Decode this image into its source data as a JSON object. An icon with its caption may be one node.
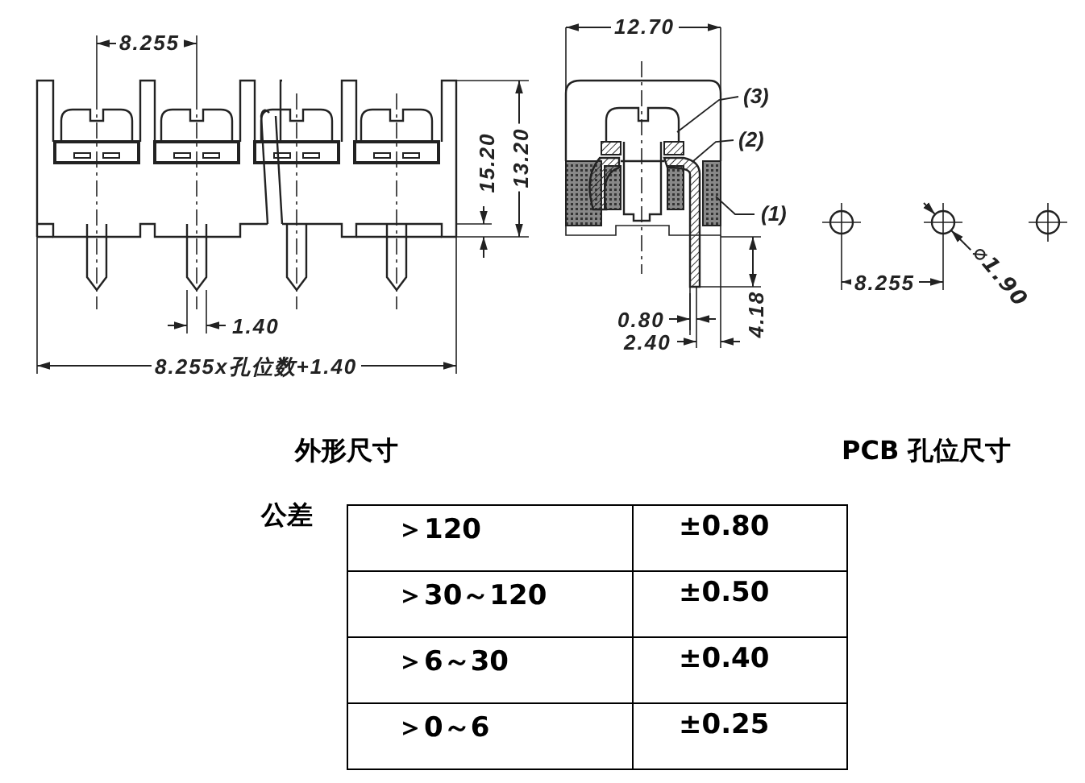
{
  "diagram": {
    "nodes": [
      {
        "text": [
          "(3)"
        ]
      },
      {
        "text": [
          "(2)"
        ]
      },
      {
        "text": [
          "(1)"
        ]
      }
    ],
    "edges": [
      {
        "from": 0,
        "to": null,
        "arrow": "none"
      },
      {
        "from": 1,
        "to": null,
        "arrow": "none"
      },
      {
        "from": 2,
        "to": null,
        "arrow": "none"
      }
    ],
    "labels": [
      "8.255",
      "15.20",
      "13.20",
      "1.40",
      "8.255x孔位数+1.40",
      "12.70",
      "0.80",
      "2.40",
      "4.18",
      "8.255",
      "⌀1.90",
      "外形尺寸",
      "PCB 孔位尺寸",
      "公差",
      "＞120",
      "±0.80",
      "＞30～120",
      "±0.50",
      "＞6～30",
      "±0.40",
      "＞0～6",
      "±0.25"
    ]
  }
}
